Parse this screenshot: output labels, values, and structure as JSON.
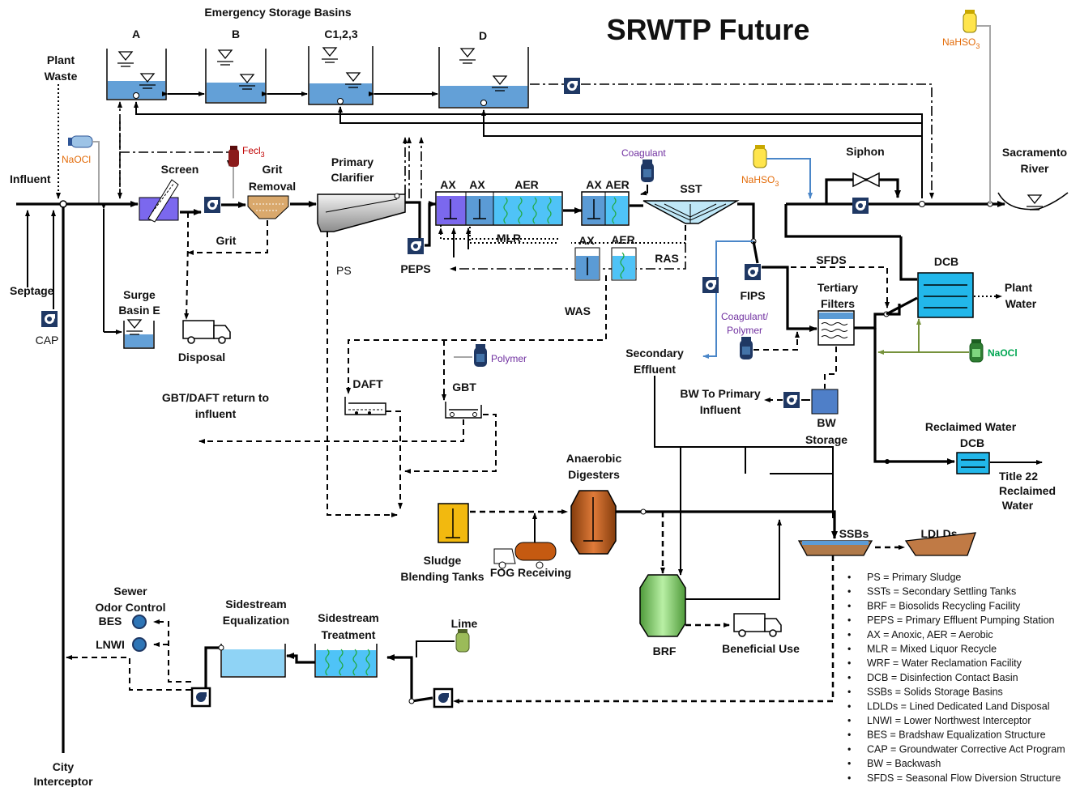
{
  "title": "SRWTP Future",
  "labels": {
    "emergency_basins": "Emergency Storage Basins",
    "basin_a": "A",
    "basin_b": "B",
    "basin_c": "C1,2,3",
    "basin_d": "D",
    "plant_waste_1": "Plant",
    "plant_waste_2": "Waste",
    "influent": "Influent",
    "screen": "Screen",
    "grit_removal_1": "Grit",
    "grit_removal_2": "Removal",
    "grit": "Grit",
    "primary_clarifier_1": "Primary",
    "primary_clarifier_2": "Clarifier",
    "ps": "PS",
    "ax1": "AX",
    "ax2": "AX",
    "aer": "AER",
    "mlr": "MLR",
    "peps": "PEPS",
    "ax3": "AX",
    "aer2": "AER",
    "ax4": "AX",
    "aer3": "AER",
    "ras": "RAS",
    "was": "WAS",
    "sst": "SST",
    "siphon": "Siphon",
    "river_1": "Sacramento",
    "river_2": "River",
    "septage": "Septage",
    "cap": "CAP",
    "surge_1": "Surge",
    "surge_2": "Basin E",
    "disposal": "Disposal",
    "sfds": "SFDS",
    "fips": "FIPS",
    "tertiary_1": "Tertiary",
    "tertiary_2": "Filters",
    "dcb": "DCB",
    "plant_water_1": "Plant",
    "plant_water_2": "Water",
    "secondary_eff_1": "Secondary",
    "secondary_eff_2": "Effluent",
    "bw_primary_1": "BW To Primary",
    "bw_primary_2": "Influent",
    "bw_storage_1": "BW",
    "bw_storage_2": "Storage",
    "reclaimed_1": "Reclaimed Water",
    "reclaimed_2": "DCB",
    "title22_1": "Title 22",
    "title22_2": "Reclaimed",
    "title22_3": "Water",
    "daft": "DAFT",
    "gbt": "GBT",
    "gbt_return_1": "GBT/DAFT return to",
    "gbt_return_2": "influent",
    "anaerobic_1": "Anaerobic",
    "anaerobic_2": "Digesters",
    "ssbs": "SSBs",
    "ldlds": "LDLDs",
    "sludge_1": "Sludge",
    "sludge_2": "Blending Tanks",
    "fog": "FOG Receiving",
    "brf": "BRF",
    "beneficial": "Beneficial Use",
    "sewer_1": "Sewer",
    "sewer_2": "Odor Control",
    "bes": "BES",
    "lnwi": "LNWI",
    "side_eq_1": "Sidestream",
    "side_eq_2": "Equalization",
    "side_tr_1": "Sidestream",
    "side_tr_2": "Treatment",
    "lime": "Lime",
    "city_1": "City",
    "city_2": "Interceptor"
  },
  "chemicals": {
    "naocl_left": "NaOCl",
    "fecl": "Fecl",
    "fecl_sub": "3",
    "coagulant": "Coagulant",
    "nahso3_a": "NaHSO",
    "nahso3_a_sub": "3",
    "nahso3_b": "NaHSO",
    "nahso3_b_sub": "3",
    "coag_poly_1": "Coagulant/",
    "coag_poly_2": "Polymer",
    "polymer": "Polymer",
    "naocl_right": "NaOCl"
  },
  "legend": [
    "PS = Primary Sludge",
    "SSTs = Secondary Settling Tanks",
    "BRF = Biosolids Recycling Facility",
    "PEPS = Primary Effluent Pumping Station",
    "AX = Anoxic, AER = Aerobic",
    "MLR = Mixed Liquor Recycle",
    "WRF = Water Reclamation Facility",
    "DCB = Disinfection Contact Basin",
    "SSBs = Solids Storage Basins",
    "LDLDs = Lined Dedicated Land Disposal",
    "LNWI = Lower Northwest Interceptor",
    "BES = Bradshaw Equalization Structure",
    "CAP = Groundwater Corrective Act Program",
    "BW = Backwash",
    "SFDS = Seasonal Flow Diversion Structure"
  ],
  "colors": {
    "water": "#5b9bd5",
    "chem_orange": "#e36c0a",
    "chem_purple": "#7030a0",
    "chem_green": "#00a651",
    "digester": "#c55a11",
    "brf": "#8fd67a",
    "sludge": "#e0a800",
    "ssb": "#b07a4a"
  }
}
